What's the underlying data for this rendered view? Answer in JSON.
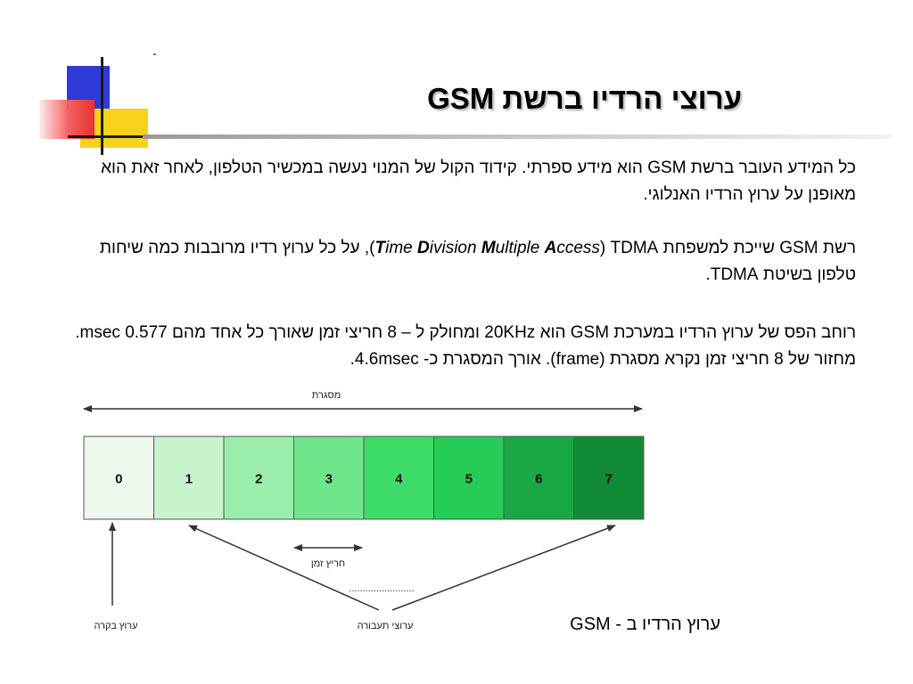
{
  "slide": {
    "title": "ערוצי הרדיו ברשת GSM",
    "para1": "כל המידע העובר ברשת GSM הוא מידע ספרתי. קידוד הקול של המנוי נעשה במכשיר הטלפון, לאחר זאת הוא מאופנן על ערוץ הרדיו האנלוגי.",
    "para2": {
      "before": "רשת  GSM שייכת למשפחת TDMA (",
      "t_letter": "T",
      "t_rest": "ime ",
      "d_letter": "D",
      "d_rest": "ivision ",
      "m_letter": "M",
      "m_rest": "ultiple ",
      "a_letter": "A",
      "a_rest": "ccess",
      "after": "), על כל ערוץ רדיו מרובבות כמה שיחות טלפון בשיטת TDMA."
    },
    "para3": "רוחב הפס של ערוץ הרדיו במערכת GSM הוא 20KHz ומחולק ל – 8 חריצי זמן שאורך כל אחד מהם 0.577 msec. מחזור של 8 חריצי זמן נקרא מסגרת (frame). אורך המסגרת כ- 4.6msec.",
    "caption": "ערוץ הרדיו ב - GSM"
  },
  "diagram": {
    "frame_label": "מסגרת",
    "timeslot_label": "חריץ זמן",
    "dots": "........................",
    "control_channel_label": "ערוץ בקרה",
    "traffic_channels_label": "ערוצי תעבורה",
    "slots": [
      {
        "label": "0",
        "color": "#ecfaee"
      },
      {
        "label": "1",
        "color": "#c7f3cd"
      },
      {
        "label": "2",
        "color": "#9aedab"
      },
      {
        "label": "3",
        "color": "#6fe58b"
      },
      {
        "label": "4",
        "color": "#3ddc66"
      },
      {
        "label": "5",
        "color": "#25cc55"
      },
      {
        "label": "6",
        "color": "#19a844"
      },
      {
        "label": "7",
        "color": "#138a36"
      }
    ]
  }
}
